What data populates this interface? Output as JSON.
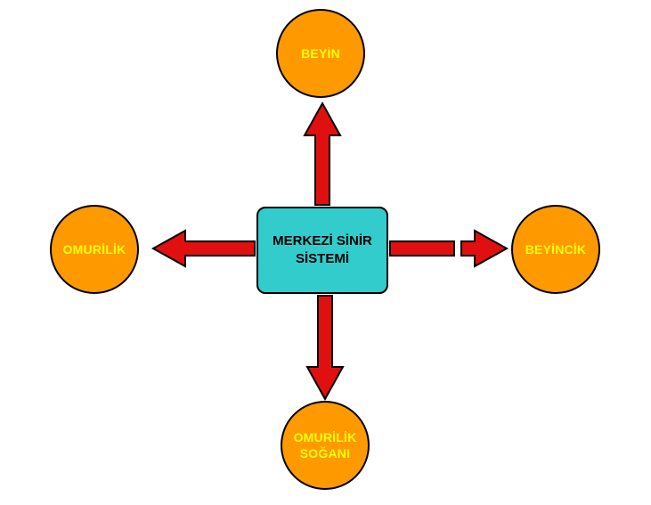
{
  "diagram": {
    "center_box": {
      "lines": [
        "MERKEZİ SİNİR",
        "SİSTEMİ"
      ]
    },
    "nodes": {
      "top": {
        "label": "BEYİN"
      },
      "left": {
        "label": "OMURİLİK"
      },
      "right": {
        "label": "BEYİNCİK"
      },
      "bottom": {
        "lines": [
          "OMURİLİK",
          "SOĞANI"
        ]
      }
    },
    "colors": {
      "node_fill": "#FF9900",
      "node_text": "#FFFF00",
      "center_fill": "#33CCCC",
      "center_text": "#000000",
      "arrow_fill": "#E01010",
      "outline": "#000000",
      "background": "#FFFFFF"
    }
  }
}
